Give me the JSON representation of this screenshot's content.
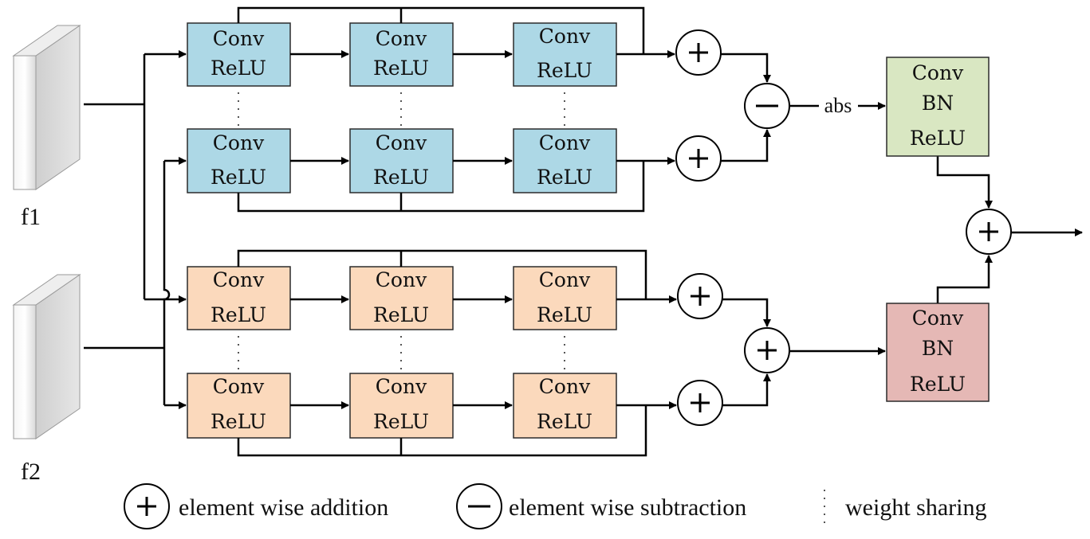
{
  "inputs": [
    {
      "label": "f1"
    },
    {
      "label": "f2"
    }
  ],
  "blocks": {
    "line1": "Conv",
    "line2": "ReLU"
  },
  "fusion_block": {
    "line1": "Conv",
    "line2": "BN",
    "line3": "ReLU"
  },
  "abs_label": "abs",
  "legend": {
    "addition": "element wise addition",
    "subtraction": "element wise subtraction",
    "sharing": "weight sharing"
  },
  "colors": {
    "f1_branch": "#add8e6",
    "f2_branch": "#fbd9bc",
    "difference_fusion": "#d9e7c2",
    "sum_fusion": "#e5b8b5",
    "wire": "#000000"
  },
  "icons": [
    "plus-circle-icon",
    "minus-circle-icon",
    "vertical-dots-icon",
    "arrow-icon",
    "feature-map-icon"
  ]
}
